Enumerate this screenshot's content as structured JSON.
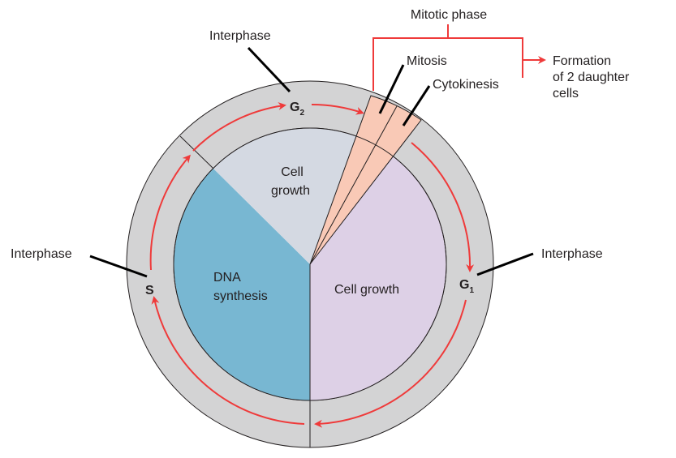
{
  "labels": {
    "mitotic_phase": "Mitotic phase",
    "mitosis": "Mitosis",
    "cytokinesis": "Cytokinesis",
    "formation_line1": "Formation",
    "formation_line2": "of 2 daughter",
    "formation_line3": "cells",
    "interphase_top": "Interphase",
    "interphase_left": "Interphase",
    "interphase_right": "Interphase",
    "g2_letter": "G",
    "g2_sub": "2",
    "g1_letter": "G",
    "g1_sub": "1",
    "s_letter": "S",
    "cell_growth_top_line1": "Cell",
    "cell_growth_top_line2": "growth",
    "dna_line1": "DNA",
    "dna_line2": "synthesis",
    "cell_growth_right": "Cell growth"
  },
  "colors": {
    "ring": "#d3d3d4",
    "dna_synthesis": "#78b7d2",
    "cell_growth_g2": "#d4d9e2",
    "cell_growth_g1": "#ddd0e6",
    "mitotic_wedge": "#f9c9b6",
    "arrows": "#ef3a3a"
  }
}
